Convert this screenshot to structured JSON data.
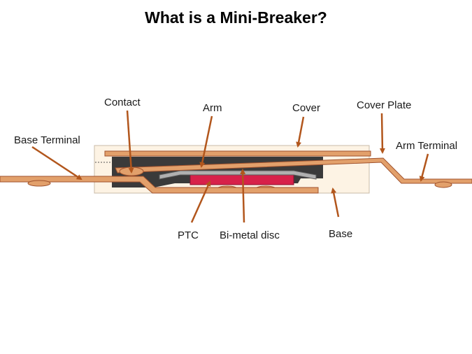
{
  "title": "What is a Mini-Breaker?",
  "labels": {
    "contact": "Contact",
    "arm": "Arm",
    "cover": "Cover",
    "cover_plate": "Cover Plate",
    "base_terminal": "Base Terminal",
    "arm_terminal": "Arm Terminal",
    "ptc": "PTC",
    "bimetal_disc": "Bi-metal disc",
    "base": "Base"
  },
  "colors": {
    "copper": "#E2A06B",
    "copper_edge": "#A0522D",
    "leader": "#B2561C",
    "housing": "#FDF3E4",
    "cavity": "#3A3A3A",
    "ptc": "#D7214A",
    "bimetal": "#B0B0B0"
  }
}
